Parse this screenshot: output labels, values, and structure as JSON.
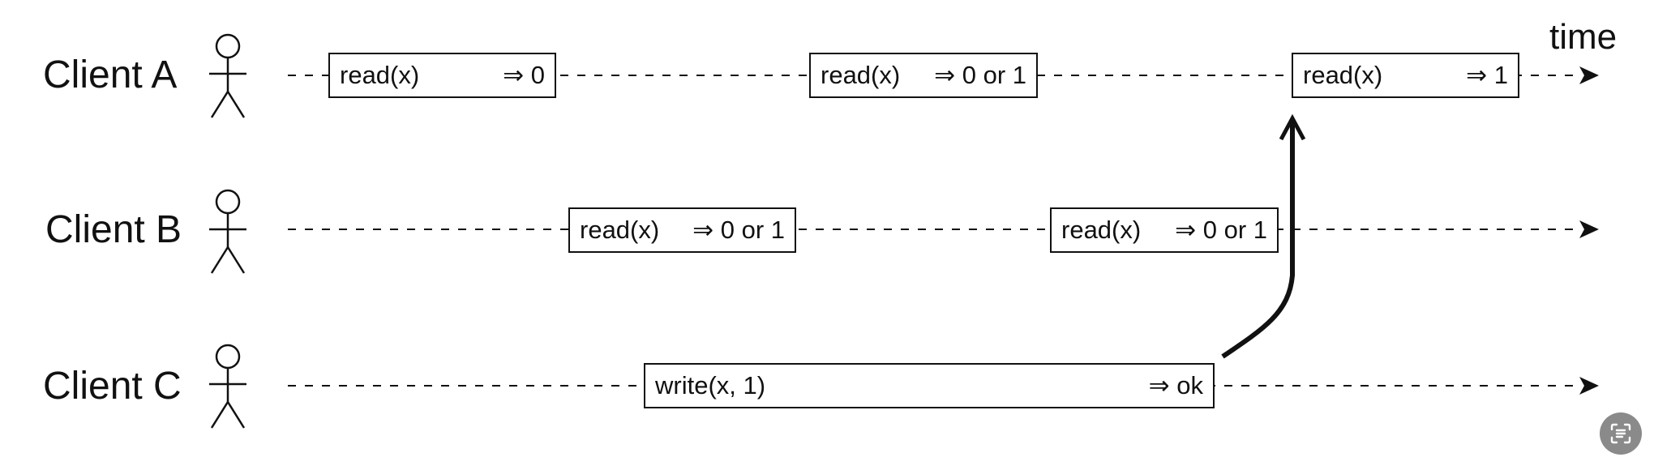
{
  "time_label": "time",
  "clients": [
    {
      "name": "Client A",
      "operations": [
        {
          "call": "read(x)",
          "result": "⇒ 0"
        },
        {
          "call": "read(x)",
          "result": "⇒ 0 or 1"
        },
        {
          "call": "read(x)",
          "result": "⇒ 1"
        }
      ]
    },
    {
      "name": "Client B",
      "operations": [
        {
          "call": "read(x)",
          "result": "⇒ 0 or 1"
        },
        {
          "call": "read(x)",
          "result": "⇒ 0 or 1"
        }
      ]
    },
    {
      "name": "Client C",
      "operations": [
        {
          "call": "write(x, 1)",
          "result": "⇒ ok"
        }
      ]
    }
  ],
  "colors": {
    "ink": "#111111",
    "background": "#ffffff",
    "corner_button": "#8a8a8a"
  },
  "icons": [
    "stick-figure-icon",
    "arrow-head-icon",
    "causal-arrow",
    "scan-text-icon"
  ]
}
